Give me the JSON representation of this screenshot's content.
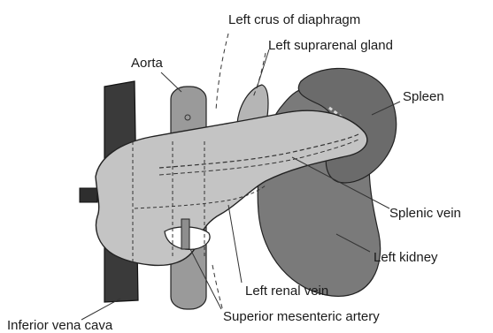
{
  "labels": {
    "left_crus_of_diaphragm": "Left crus of diaphragm",
    "aorta": "Aorta",
    "left_suprarenal_gland": "Left suprarenal gland",
    "spleen": "Spleen",
    "splenic_vein": "Splenic vein",
    "left_kidney": "Left kidney",
    "left_renal_vein": "Left renal vein",
    "inferior_vena_cava": "Inferior vena cava",
    "superior_mesenteric_artery": "Superior mesenteric artery"
  },
  "colors": {
    "inferior_vena_cava": "#3a3a3a",
    "aorta": "#9a9a9a",
    "pancreas": "#c4c4c4",
    "spleen": "#6b6b6b",
    "kidney": "#7a7a7a",
    "suprarenal": "#b5b5b5",
    "outline": "#222222",
    "leader_line": "#333333"
  }
}
